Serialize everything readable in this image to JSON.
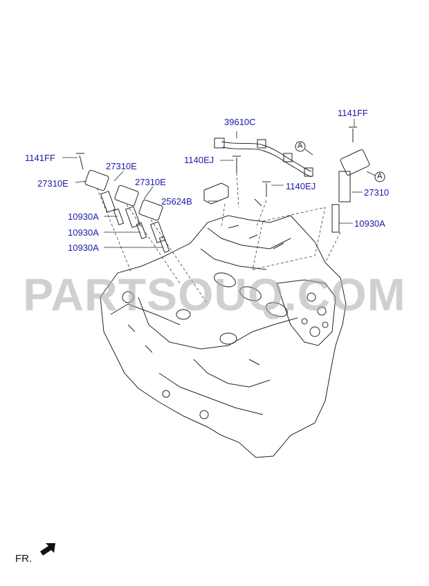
{
  "watermark": "PARTSOUQ.COM",
  "orientation": {
    "label": "FR."
  },
  "callouts": {
    "ref_a_1": "A",
    "ref_a_2": "A"
  },
  "parts": {
    "bolt_left": "1141FF",
    "coil_e_1": "27310E",
    "coil_e_2": "27310E",
    "coil_e_3": "27310E",
    "plug_left_1": "10930A",
    "plug_left_2": "10930A",
    "plug_left_3": "10930A",
    "harness": "39610C",
    "bolt_ej_1": "1140EJ",
    "bracket": "25624B",
    "bolt_ej_2": "1140EJ",
    "bolt_right": "1141FF",
    "coil_right": "27310",
    "plug_right": "10930A"
  },
  "colors": {
    "label": "#1a1aa6",
    "line": "#222222",
    "watermark": "#aaaaaa"
  }
}
